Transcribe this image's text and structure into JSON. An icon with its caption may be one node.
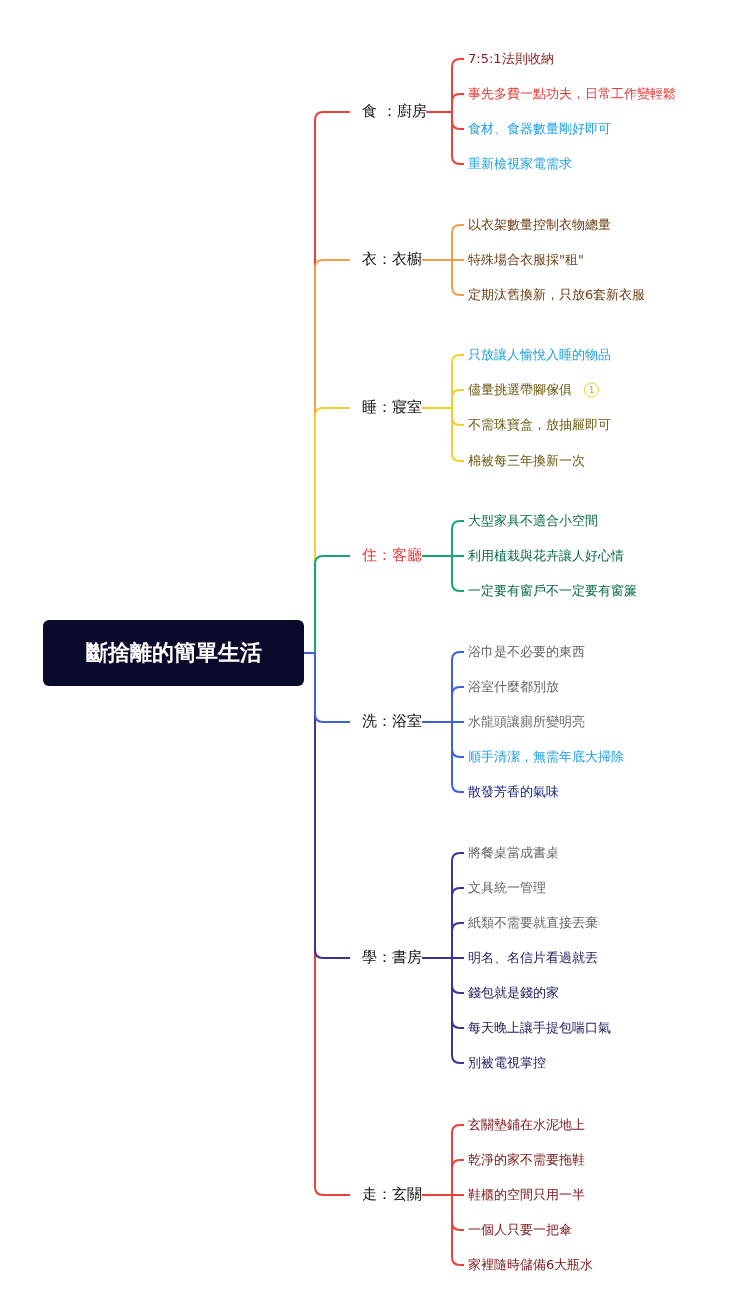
{
  "diagram": {
    "nodes": [
      {
        "text": [
          "斷捨離的簡單生活"
        ]
      },
      {
        "text": [
          "食 ：廚房"
        ]
      },
      {
        "text": [
          "7:5:1法則收納"
        ]
      },
      {
        "text": [
          "事先多費一點功夫，日常工作變輕鬆"
        ]
      },
      {
        "text": [
          "食材、食器數量剛好即可"
        ]
      },
      {
        "text": [
          "重新檢視家電需求"
        ]
      },
      {
        "text": [
          "衣：衣櫥"
        ]
      },
      {
        "text": [
          "以衣架數量控制衣物總量"
        ]
      },
      {
        "text": [
          "特殊場合衣服採\"租\""
        ]
      },
      {
        "text": [
          "定期汰舊換新，只放6套新衣服"
        ]
      },
      {
        "text": [
          "睡：寢室"
        ]
      },
      {
        "text": [
          "只放讓人愉悅入睡的物品"
        ]
      },
      {
        "text": [
          "儘量挑選帶腳傢俱"
        ],
        "beside": [
          "1"
        ]
      },
      {
        "text": [
          "不需珠寶盒，放抽屜即可"
        ]
      },
      {
        "text": [
          "棉被每三年換新一次"
        ]
      },
      {
        "text": [
          "住：客廳"
        ]
      },
      {
        "text": [
          "大型家具不適合小空間"
        ]
      },
      {
        "text": [
          "利用植栽與花卉讓人好心情"
        ]
      },
      {
        "text": [
          "一定要有窗戶不一定要有窗簾"
        ]
      },
      {
        "text": [
          "洗：浴室"
        ]
      },
      {
        "text": [
          "浴巾是不必要的東西"
        ]
      },
      {
        "text": [
          "浴室什麼都別放"
        ]
      },
      {
        "text": [
          "水龍頭讓廁所變明亮"
        ]
      },
      {
        "text": [
          "順手清潔，無需年底大掃除"
        ]
      },
      {
        "text": [
          "散發芳香的氣味"
        ]
      },
      {
        "text": [
          "學：書房"
        ]
      },
      {
        "text": [
          "將餐桌當成書桌"
        ]
      },
      {
        "text": [
          "文具統一管理"
        ]
      },
      {
        "text": [
          "紙類不需要就直接丟棄"
        ]
      },
      {
        "text": [
          "明名、名信片看過就丟"
        ]
      },
      {
        "text": [
          "錢包就是錢的家"
        ]
      },
      {
        "text": [
          "每天晚上讓手提包喘口氣"
        ]
      },
      {
        "text": [
          "別被電視掌控"
        ]
      },
      {
        "text": [
          "走：玄關"
        ]
      },
      {
        "text": [
          "玄關墊鋪在水泥地上"
        ]
      },
      {
        "text": [
          "乾淨的家不需要拖鞋"
        ]
      },
      {
        "text": [
          "鞋櫃的空間只用一半"
        ]
      },
      {
        "text": [
          "一個人只要一把傘"
        ]
      },
      {
        "text": [
          "家裡隨時儲備6大瓶水"
        ]
      }
    ],
    "edges": [
      {
        "from": 0,
        "to": 1,
        "arrow": "none"
      },
      {
        "from": 1,
        "to": 2,
        "arrow": "none"
      },
      {
        "from": 1,
        "to": 3,
        "arrow": "none"
      },
      {
        "from": 1,
        "to": 4,
        "arrow": "none"
      },
      {
        "from": 1,
        "to": 5,
        "arrow": "none"
      },
      {
        "from": 0,
        "to": 6,
        "arrow": "none",
        "color": "#f0a04b"
      },
      {
        "from": 6,
        "to": 7,
        "arrow": "none",
        "color": "#f0a04b"
      },
      {
        "from": 6,
        "to": 8,
        "arrow": "none",
        "color": "#f0a04b"
      },
      {
        "from": 6,
        "to": 9,
        "arrow": "none",
        "color": "#f0a04b"
      },
      {
        "from": 0,
        "to": 10,
        "arrow": "none",
        "color": "#f2cf2a"
      },
      {
        "from": 10,
        "to": 11,
        "arrow": "none",
        "color": "#f2cf2a"
      },
      {
        "from": 10,
        "to": 12,
        "arrow": "none",
        "color": "#f2cf2a"
      },
      {
        "from": 10,
        "to": 13,
        "arrow": "none",
        "color": "#f2cf2a"
      },
      {
        "from": 10,
        "to": 14,
        "arrow": "none",
        "color": "#f2cf2a"
      },
      {
        "from": 0,
        "to": 15,
        "arrow": "none",
        "color": "#14a878"
      },
      {
        "from": 15,
        "to": 16,
        "arrow": "none",
        "color": "#14a878"
      },
      {
        "from": 15,
        "to": 17,
        "arrow": "none",
        "color": "#14a878"
      },
      {
        "from": 15,
        "to": 18,
        "arrow": "none",
        "color": "#14a878"
      },
      {
        "from": 0,
        "to": 19,
        "arrow": "none",
        "color": "#3d5fe0"
      },
      {
        "from": 19,
        "to": 20,
        "arrow": "none",
        "color": "#3d5fe0"
      },
      {
        "from": 19,
        "to": 21,
        "arrow": "none",
        "color": "#3d5fe0"
      },
      {
        "from": 19,
        "to": 22,
        "arrow": "none",
        "color": "#3d5fe0"
      },
      {
        "from": 19,
        "to": 23,
        "arrow": "none",
        "color": "#3d5fe0"
      },
      {
        "from": 19,
        "to": 24,
        "arrow": "none",
        "color": "#3d5fe0"
      },
      {
        "from": 0,
        "to": 25,
        "arrow": "none",
        "color": "#3b3496"
      },
      {
        "from": 25,
        "to": 26,
        "arrow": "none",
        "color": "#3b3496"
      },
      {
        "from": 25,
        "to": 27,
        "arrow": "none",
        "color": "#3b3496"
      },
      {
        "from": 25,
        "to": 28,
        "arrow": "none",
        "color": "#3b3496"
      },
      {
        "from": 25,
        "to": 29,
        "arrow": "none",
        "color": "#3b3496"
      },
      {
        "from": 25,
        "to": 30,
        "arrow": "none",
        "color": "#3b3496"
      },
      {
        "from": 25,
        "to": 31,
        "arrow": "none",
        "color": "#3b3496"
      },
      {
        "from": 25,
        "to": 32,
        "arrow": "none",
        "color": "#3b3496"
      },
      {
        "from": 0,
        "to": 33,
        "arrow": "none"
      },
      {
        "from": 33,
        "to": 34,
        "arrow": "none"
      },
      {
        "from": 33,
        "to": 35,
        "arrow": "none"
      },
      {
        "from": 33,
        "to": 36,
        "arrow": "none"
      },
      {
        "from": 33,
        "to": 37,
        "arrow": "none"
      },
      {
        "from": 33,
        "to": 38,
        "arrow": "none"
      }
    ]
  }
}
